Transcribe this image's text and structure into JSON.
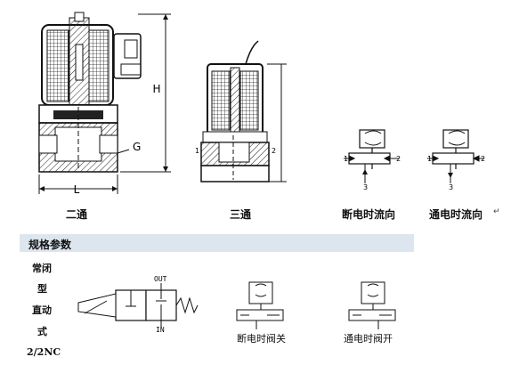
{
  "views": {
    "two_way": "二通",
    "three_way": "三通",
    "power_off_flow": "断电时流向",
    "power_on_flow": "通电时流向"
  },
  "dimensions": {
    "length": "L",
    "height": "H",
    "thread": "G"
  },
  "ports": {
    "p1": "1",
    "p2": "2",
    "p3": "3"
  },
  "spec": {
    "title": "规格参数",
    "side_labels": [
      "常闭",
      "型",
      "直动",
      "式",
      "2/2NC"
    ],
    "symbol": {
      "out": "OUT",
      "in": "IN"
    },
    "off_caption": "断电时阀关",
    "on_caption": "通电时阀开"
  }
}
